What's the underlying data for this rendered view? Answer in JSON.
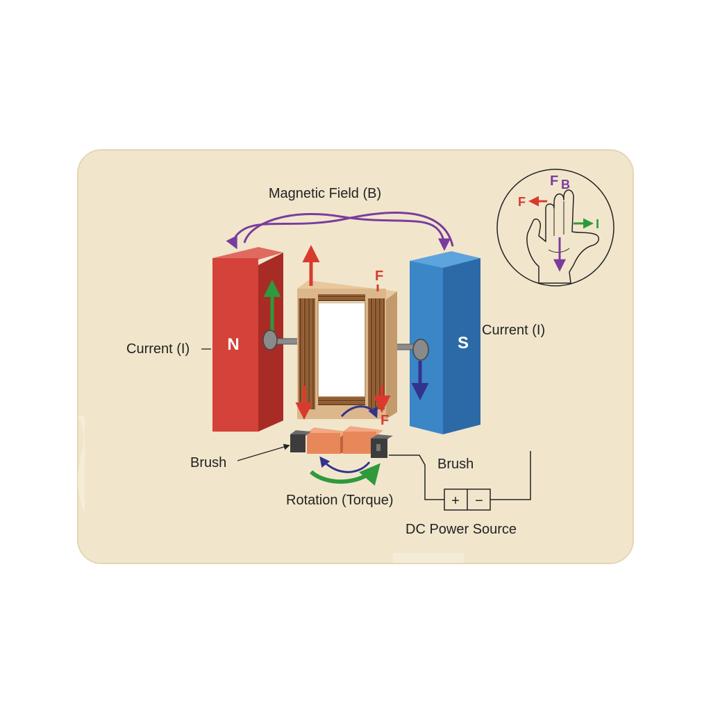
{
  "labels": {
    "magnetic_field": "Magnetic Field (B)",
    "current_left": "Current (I)",
    "current_right": "Current (I)",
    "north": "N",
    "south": "S",
    "force_top": "F",
    "force_bottom": "F",
    "brush_left": "Brush",
    "brush_right": "Brush",
    "rotation": "Rotation (Torque)",
    "dc_source": "DC Power Source",
    "plus": "+",
    "minus": "−"
  },
  "hand_inset": {
    "force": "F",
    "field": "B",
    "current": "I",
    "finger_labels": "F",
    "finger_mark": "B"
  },
  "colors": {
    "paper": "#f1e6cc",
    "north_pole": "#d4423a",
    "south_pole": "#3a86c6",
    "force_arrow": "#d93a2e",
    "current_arrow": "#2e9a3c",
    "field_arrow": "#7a3c9c",
    "south_current_arrow": "#33338c",
    "commutator": "#e8875a",
    "coil_frame": "#dcb78c",
    "winding": "#8a5a32"
  }
}
